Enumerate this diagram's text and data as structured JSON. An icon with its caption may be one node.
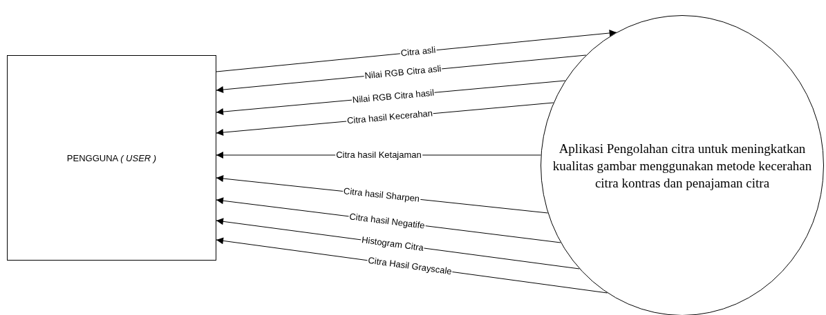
{
  "diagram": {
    "nodes": [
      {
        "text": [
          "PENGGUNA *( USER )*"
        ]
      },
      {
        "text": [
          "Aplikasi Pengolahan citra untuk meningkatkan kualitas gambar menggunakan metode kecerahan citra kontras dan penajaman citra"
        ]
      }
    ],
    "edges": [
      {
        "from": 0,
        "to": 1,
        "arrow": "to",
        "label": "Citra asli"
      },
      {
        "from": 1,
        "to": 0,
        "arrow": "to",
        "label": "Nilai RGB Citra asli"
      },
      {
        "from": 1,
        "to": 0,
        "arrow": "to",
        "label": "Nilai RGB Citra hasil"
      },
      {
        "from": 1,
        "to": 0,
        "arrow": "to",
        "label": "Citra hasil Kecerahan"
      },
      {
        "from": 1,
        "to": 0,
        "arrow": "to",
        "label": "Citra hasil Ketajaman"
      },
      {
        "from": 1,
        "to": 0,
        "arrow": "to",
        "label": "Citra hasil Sharpen"
      },
      {
        "from": 1,
        "to": 0,
        "arrow": "to",
        "label": "Citra hasil Negatife"
      },
      {
        "from": 1,
        "to": 0,
        "arrow": "to",
        "label": "Histogram Citra"
      },
      {
        "from": 1,
        "to": 0,
        "arrow": "to",
        "label": "Citra Hasil Grayscale"
      }
    ]
  }
}
